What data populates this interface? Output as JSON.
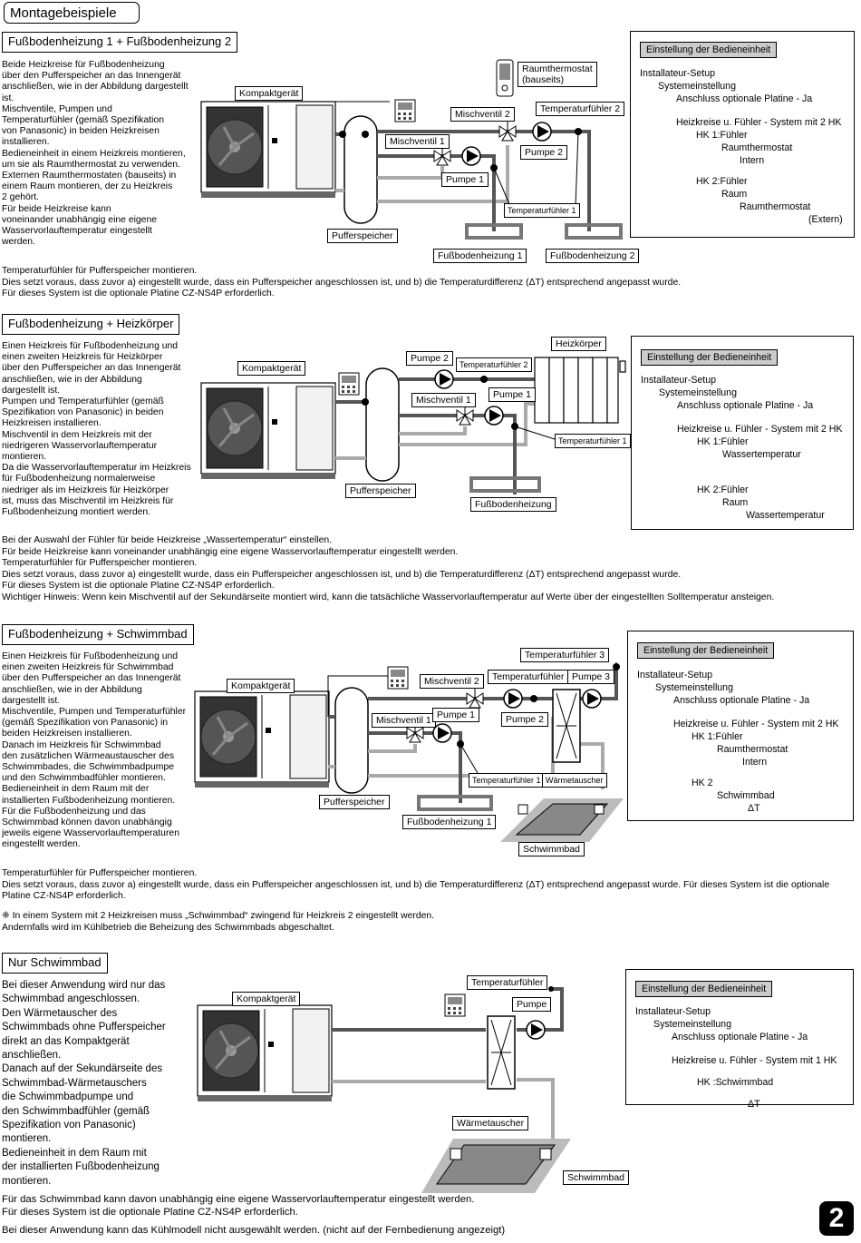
{
  "page_title": "Montagebeispiele",
  "page_number": "2",
  "common": {
    "kompaktgeraet": "Kompaktgerät",
    "pufferspeicher": "Pufferspeicher",
    "settings_header": "Einstellung der Bedieneinheit",
    "installateur": "Installateur-Setup",
    "systemeinstellung": "Systemeinstellung",
    "anschluss": "Anschluss optionale Platine - Ja",
    "two_hk": "Heizkreise u. Fühler - System mit 2 HK",
    "one_hk": "Heizkreise u. Fühler - System mit 1 HK"
  },
  "s1": {
    "title": "Fußbodenheizung 1 + Fußbodenheizung 2",
    "desc": [
      "Beide Heizkreise für Fußbodenheizung",
      "über den Pufferspeicher an das Innengerät",
      "anschließen, wie in der Abbildung dargestellt",
      "ist.",
      "Mischventile, Pumpen und",
      "Temperaturfühler (gemäß Spezifikation",
      "von Panasonic) in beiden Heizkreisen",
      "installieren.",
      "Bedieneinheit in einem Heizkreis montieren,",
      "um sie als Raumthermostat zu verwenden.",
      "Externen Raumthermostaten (bauseits) in",
      "einem Raum montieren, der zu Heizkreis",
      "2 gehört.",
      "Für beide Heizkreise kann",
      "voneinander unabhängig eine eigene",
      "Wasservorlauftemperatur eingestellt",
      "werden."
    ],
    "notes": [
      "Temperaturfühler für Pufferspeicher montieren.",
      "Dies setzt voraus, dass zuvor a) eingestellt wurde, dass ein Pufferspeicher angeschlossen ist, und b) die Temperaturdifferenz (ΔT) entsprechend angepasst wurde.",
      "Für dieses System ist die optionale Platine CZ-NS4P erforderlich."
    ],
    "labels": {
      "raumthermostat": "Raumthermostat",
      "bauseits": "(bauseits)",
      "mischventil2": "Mischventil 2",
      "tempfuehler2": "Temperaturfühler 2",
      "mischventil1": "Mischventil 1",
      "pumpe2": "Pumpe 2",
      "pumpe1": "Pumpe 1",
      "tempfuehler1": "Temperaturfühler 1",
      "fbh1": "Fußbodenheizung 1",
      "fbh2": "Fußbodenheizung 2"
    },
    "settings": {
      "hk1": "HK 1:Fühler",
      "hk1a": "Raumthermostat",
      "hk1b": "Intern",
      "hk2": "HK 2:Fühler",
      "hk2a": "Raum",
      "hk2b": "Raumthermostat",
      "hk2c": "(Extern)"
    }
  },
  "s2": {
    "title": "Fußbodenheizung + Heizkörper",
    "desc": [
      "Einen Heizkreis für Fußbodenheizung und",
      "einen zweiten Heizkreis für Heizkörper",
      "über den Pufferspeicher an das Innengerät",
      "anschließen, wie in der Abbildung",
      "dargestellt ist.",
      "Pumpen und Temperaturfühler (gemäß",
      "Spezifikation von Panasonic) in beiden",
      "Heizkreisen installieren.",
      "Mischventil in dem Heizkreis mit der",
      "niedrigeren Wasservorlauftemperatur",
      "montieren.",
      "Da die Wasservorlauftemperatur im Heizkreis",
      "für Fußbodenheizung normalerweise",
      "niedriger als im Heizkreis für Heizkörper",
      "ist, muss das Mischventil im Heizkreis für",
      "Fußbodenheizung montiert werden."
    ],
    "notes": [
      "Bei der Auswahl der Fühler für beide Heizkreise „Wassertemperatur“ einstellen.",
      "Für beide Heizkreise kann voneinander unabhängig eine eigene Wasservorlauftemperatur eingestellt werden.",
      "Temperaturfühler für Pufferspeicher montieren.",
      "Dies setzt voraus, dass zuvor a) eingestellt wurde, dass ein Pufferspeicher angeschlossen ist, und b) die Temperaturdifferenz (ΔT) entsprechend angepasst wurde.",
      "Für dieses System ist die optionale Platine CZ-NS4P erforderlich.",
      "Wichtiger Hinweis: Wenn kein Mischventil auf der Sekundärseite montiert wird, kann die tatsächliche Wasservorlauftemperatur auf Werte über der eingestellten Solltemperatur ansteigen."
    ],
    "labels": {
      "heizkoerper": "Heizkörper",
      "pumpe2": "Pumpe 2",
      "tempfuehler2": "Temperaturfühler 2",
      "mischventil1": "Mischventil 1",
      "pumpe1": "Pumpe 1",
      "tempfuehler1": "Temperaturfühler 1",
      "fbh": "Fußbodenheizung"
    },
    "settings": {
      "hk1": "HK 1:Fühler",
      "hk1a": "Wassertemperatur",
      "hk2": "HK 2:Fühler",
      "hk2a": "Raum",
      "hk2b": "Wassertemperatur"
    }
  },
  "s3": {
    "title": "Fußbodenheizung + Schwimmbad",
    "desc": [
      "Einen Heizkreis für Fußbodenheizung und",
      "einen zweiten Heizkreis für Schwimmbad",
      "über den Pufferspeicher an das Innengerät",
      "anschließen, wie in der Abbildung",
      "dargestellt ist.",
      "Mischventile, Pumpen und Temperaturfühler",
      "(gemäß Spezifikation von Panasonic) in",
      "beiden Heizkreisen installieren.",
      "Danach im Heizkreis für Schwimmbad",
      "den zusätzlichen Wärmeaustauscher des",
      "Schwimmbades, die Schwimmbadpumpe",
      "und den Schwimmbadfühler montieren.",
      "Bedieneinheit in dem Raum mit der",
      "installierten Fußbodenheizung montieren.",
      "Für die Fußbodenheizung und das",
      "Schwimmbad können davon unabhängig",
      "jeweils eigene Wasservorlauftemperaturen",
      "eingestellt werden."
    ],
    "notes": [
      "Temperaturfühler für Pufferspeicher montieren.",
      "Dies setzt voraus, dass zuvor a) eingestellt wurde, dass ein Pufferspeicher angeschlossen ist, und b) die Temperaturdifferenz (ΔT) entsprechend angepasst wurde. Für dieses System ist die optionale",
      "Platine CZ-NS4P erforderlich."
    ],
    "footnote": [
      "❈ In einem System mit 2 Heizkreisen muss „Schwimmbad“ zwingend für Heizkreis 2 eingestellt werden.",
      "Andernfalls wird im Kühlbetrieb die Beheizung des Schwimmbads abgeschaltet."
    ],
    "labels": {
      "tempfuehler3": "Temperaturfühler 3",
      "mischventil2": "Mischventil 2",
      "tempfuehler2": "Temperaturfühler 2",
      "pumpe3": "Pumpe 3",
      "mischventil1": "Mischventil 1",
      "pumpe1": "Pumpe 1",
      "pumpe2": "Pumpe 2",
      "tempfuehler1": "Temperaturfühler 1",
      "waermetauscher": "Wärmetauscher",
      "fbh1": "Fußbodenheizung 1",
      "schwimmbad": "Schwimmbad"
    },
    "settings": {
      "hk1": "HK 1:Fühler",
      "hk1a": "Raumthermostat",
      "hk1b": "Intern",
      "hk2": "HK 2",
      "hk2a": "Schwimmbad",
      "hk2b": "ΔT"
    }
  },
  "s4": {
    "title": "Nur Schwimmbad",
    "desc": [
      "Bei dieser Anwendung wird nur das",
      "Schwimmbad angeschlossen.",
      "Den Wärmetauscher des",
      "Schwimmbads ohne Pufferspeicher",
      "direkt an das Kompaktgerät",
      "anschließen.",
      "Danach auf der Sekundärseite des",
      "Schwimmbad-Wärmetauschers",
      "die Schwimmbadpumpe und",
      "den Schwimmbadfühler (gemäß",
      "Spezifikation von Panasonic)",
      "montieren.",
      "Bedieneinheit in dem Raum mit",
      "der installierten Fußbodenheizung",
      "montieren."
    ],
    "notes": [
      "Für das Schwimmbad kann davon unabhängig eine eigene Wasservorlauftemperatur eingestellt werden.",
      "Für dieses System ist die optionale Platine CZ-NS4P erforderlich.",
      "",
      "Bei dieser Anwendung kann das Kühlmodell nicht ausgewählt werden. (nicht auf der Fernbedienung angezeigt)"
    ],
    "labels": {
      "tempfuehler": "Temperaturfühler",
      "pumpe": "Pumpe",
      "waermetauscher": "Wärmetauscher",
      "schwimmbad": "Schwimmbad"
    },
    "settings": {
      "hk": "HK :Schwimmbad",
      "dt": "ΔT"
    }
  }
}
